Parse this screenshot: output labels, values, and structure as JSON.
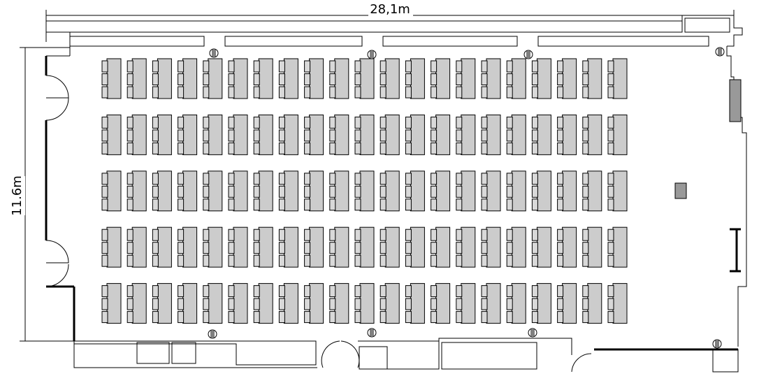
{
  "dimensions": {
    "width_label": "28,1m",
    "height_label": "11.6m"
  },
  "seating": {
    "layout": "classroom",
    "blocks": 5,
    "columns": 21,
    "rows_per_block": 3
  },
  "colors": {
    "desk_fill": "#cccccc",
    "line": "#000000"
  }
}
